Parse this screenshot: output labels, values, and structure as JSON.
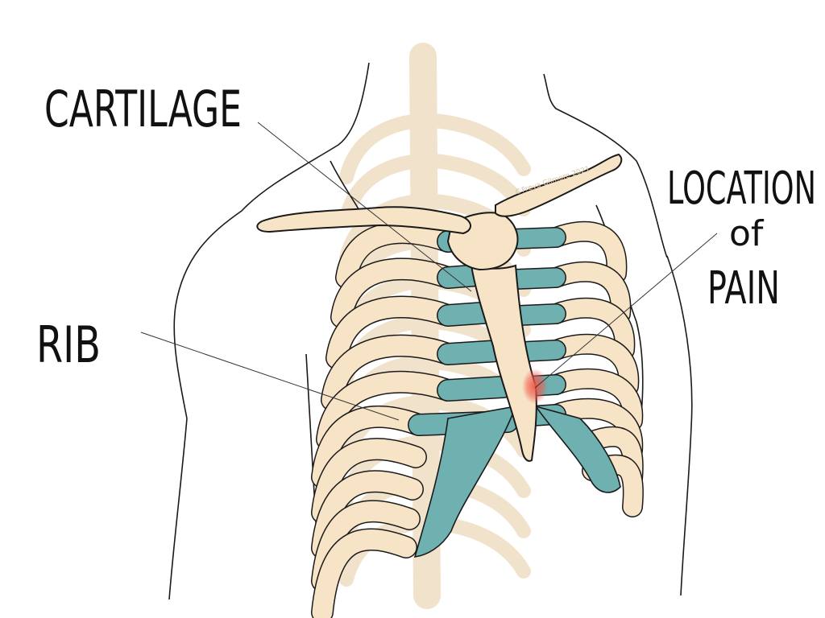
{
  "labels": {
    "cartilage": "CARTILAGE",
    "rib": "RIB",
    "location_line1": "LOCATION",
    "location_line2": "of",
    "location_line3": "PAIN"
  },
  "watermark": "©Freya Gilmore 2021",
  "colors": {
    "bone": "#f7e3c6",
    "cartilage": "#6fb0b0",
    "spine_shadow": "#f1e2cc",
    "pain": "#f0584a",
    "outline": "#1a1a1a"
  }
}
